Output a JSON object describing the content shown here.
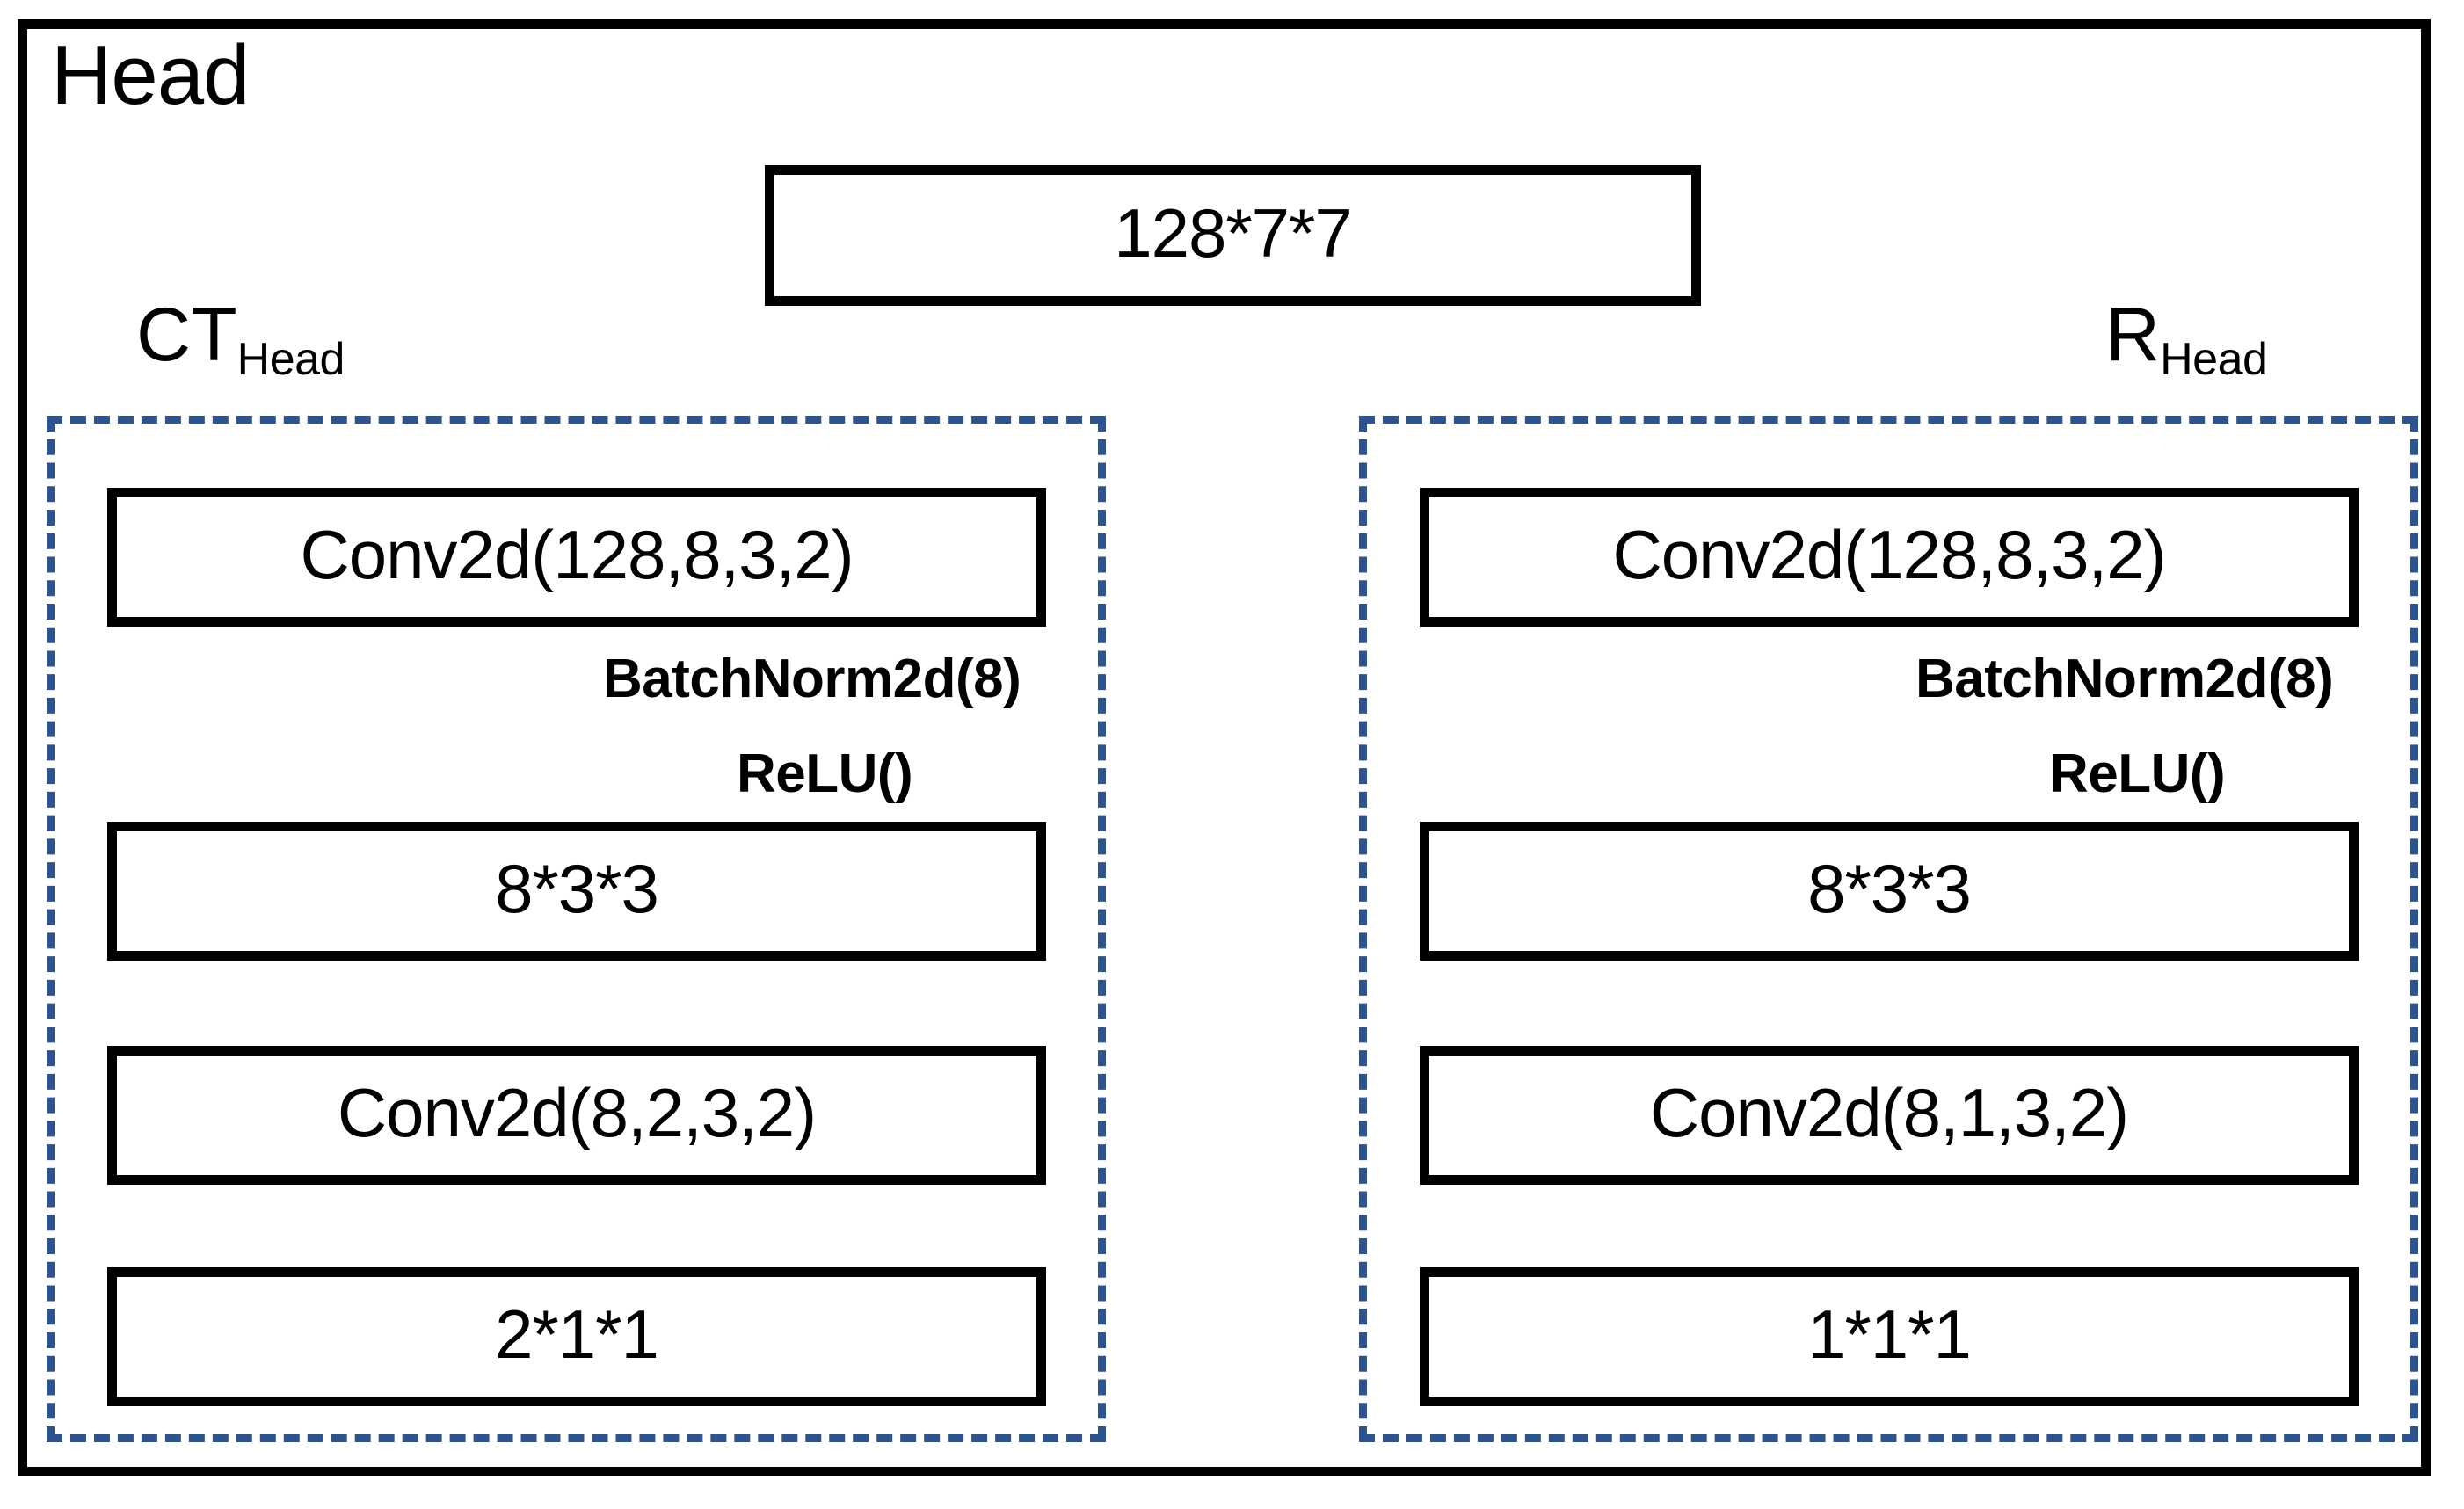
{
  "diagram": {
    "title": "Head",
    "input_node": {
      "label": "128*7*7"
    },
    "branches": [
      {
        "name": "ct-head",
        "label_main": "CT",
        "label_sub": "Head",
        "nodes": [
          {
            "label": "Conv2d(128,8,3,2)"
          },
          {
            "label": "8*3*3"
          },
          {
            "label": "Conv2d(8,2,3,2)"
          },
          {
            "label": "2*1*1"
          }
        ],
        "edge_annotations": {
          "batchnorm": "BatchNorm2d(8)",
          "relu": "ReLU()"
        }
      },
      {
        "name": "r-head",
        "label_main": "R",
        "label_sub": "Head",
        "nodes": [
          {
            "label": "Conv2d(128,8,3,2)"
          },
          {
            "label": "8*3*3"
          },
          {
            "label": "Conv2d(8,1,3,2)"
          },
          {
            "label": "1*1*1"
          }
        ],
        "edge_annotations": {
          "batchnorm": "BatchNorm2d(8)",
          "relu": "ReLU()"
        }
      }
    ],
    "colors": {
      "stroke": "#000000",
      "group_dashed": "#2E5490",
      "background": "#FFFFFF"
    }
  }
}
